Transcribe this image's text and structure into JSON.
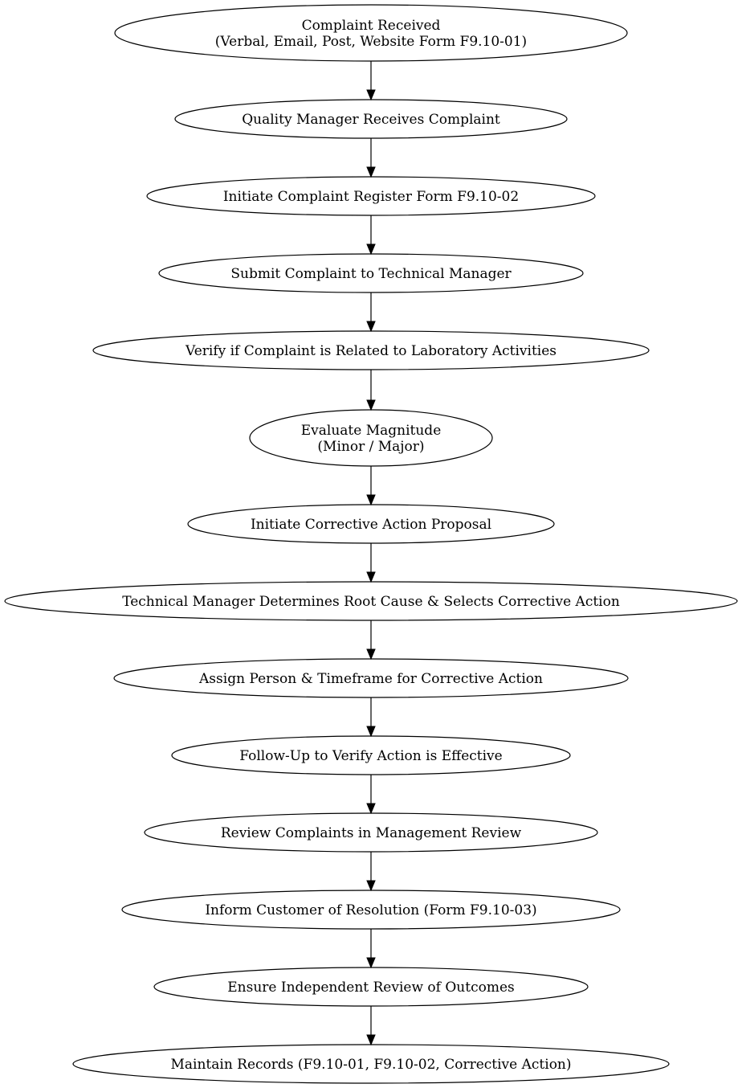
{
  "flowchart": {
    "nodes": [
      {
        "id": "complaint-received",
        "lines": [
          "Complaint Received",
          "(Verbal, Email, Post, Website Form F9.10-01)"
        ]
      },
      {
        "id": "qm-receives",
        "lines": [
          "Quality Manager Receives Complaint"
        ]
      },
      {
        "id": "initiate-register",
        "lines": [
          "Initiate Complaint Register Form F9.10-02"
        ]
      },
      {
        "id": "submit-to-tm",
        "lines": [
          "Submit Complaint to Technical Manager"
        ]
      },
      {
        "id": "verify-related",
        "lines": [
          "Verify if Complaint is Related to Laboratory Activities"
        ]
      },
      {
        "id": "evaluate-magnitude",
        "lines": [
          "Evaluate Magnitude",
          "(Minor / Major)"
        ]
      },
      {
        "id": "corrective-proposal",
        "lines": [
          "Initiate Corrective Action Proposal"
        ]
      },
      {
        "id": "root-cause",
        "lines": [
          "Technical Manager Determines Root Cause & Selects Corrective Action"
        ]
      },
      {
        "id": "assign-person",
        "lines": [
          "Assign Person & Timeframe for Corrective Action"
        ]
      },
      {
        "id": "follow-up",
        "lines": [
          "Follow-Up to Verify Action is Effective"
        ]
      },
      {
        "id": "management-review",
        "lines": [
          "Review Complaints in Management Review"
        ]
      },
      {
        "id": "inform-customer",
        "lines": [
          "Inform Customer of Resolution (Form F9.10-03)"
        ]
      },
      {
        "id": "independent-review",
        "lines": [
          "Ensure Independent Review of Outcomes"
        ]
      },
      {
        "id": "maintain-records",
        "lines": [
          "Maintain Records (F9.10-01, F9.10-02, Corrective Action)"
        ]
      }
    ],
    "edges": [
      [
        "complaint-received",
        "qm-receives"
      ],
      [
        "qm-receives",
        "initiate-register"
      ],
      [
        "initiate-register",
        "submit-to-tm"
      ],
      [
        "submit-to-tm",
        "verify-related"
      ],
      [
        "verify-related",
        "evaluate-magnitude"
      ],
      [
        "evaluate-magnitude",
        "corrective-proposal"
      ],
      [
        "corrective-proposal",
        "root-cause"
      ],
      [
        "root-cause",
        "assign-person"
      ],
      [
        "assign-person",
        "follow-up"
      ],
      [
        "follow-up",
        "management-review"
      ],
      [
        "management-review",
        "inform-customer"
      ],
      [
        "inform-customer",
        "independent-review"
      ],
      [
        "independent-review",
        "maintain-records"
      ]
    ]
  }
}
